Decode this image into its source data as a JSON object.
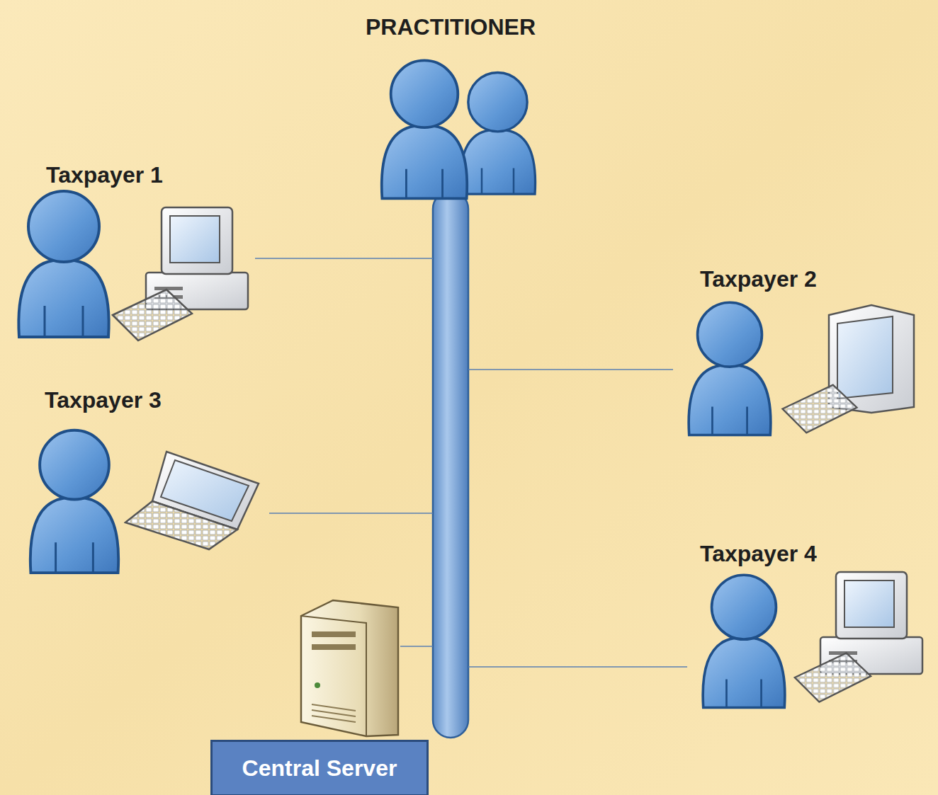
{
  "diagram": {
    "nodes": [
      {
        "text": [
          "PRACTITIONER"
        ]
      },
      {
        "text": [
          "Taxpayer 1"
        ]
      },
      {
        "text": [
          "Taxpayer 2"
        ]
      },
      {
        "text": [
          "Taxpayer 3"
        ]
      },
      {
        "text": [
          "Taxpayer 4"
        ]
      },
      {
        "text": [
          "Central Server"
        ]
      }
    ],
    "edges": [
      {
        "from": 1,
        "to": 0,
        "arrow": "none"
      },
      {
        "from": 2,
        "to": 0,
        "arrow": "none"
      },
      {
        "from": 3,
        "to": 0,
        "arrow": "none"
      },
      {
        "from": 4,
        "to": 0,
        "arrow": "none"
      },
      {
        "from": 5,
        "to": 0,
        "arrow": "none"
      }
    ]
  }
}
